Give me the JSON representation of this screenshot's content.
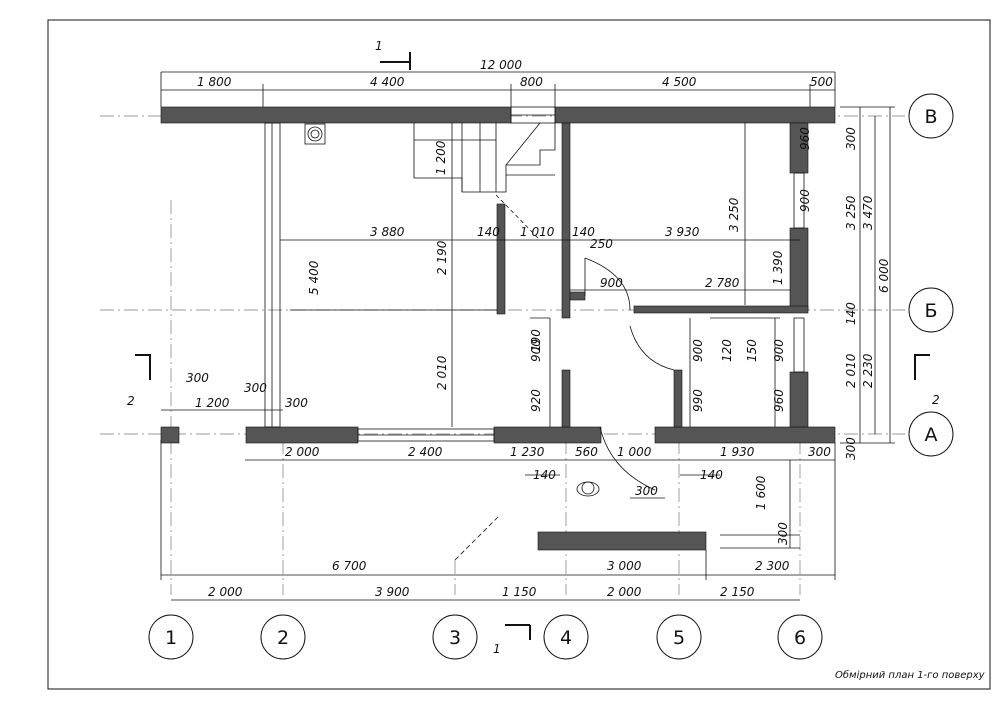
{
  "drawing": {
    "caption": "Обмірний план 1-го поверху",
    "grid_axes_vertical": [
      "1",
      "2",
      "3",
      "4",
      "5",
      "6"
    ],
    "grid_axes_horizontal": [
      "В",
      "Б",
      "А"
    ],
    "section_marks": {
      "section_1": "1",
      "section_2": "2"
    }
  },
  "dimensions": {
    "top_overall": "12 000",
    "top_chain": [
      "1 800",
      "4 400",
      "800",
      "4 500",
      "500"
    ],
    "stairs": "1 200",
    "left_room_height": "5 400",
    "left_room_width": "3 880",
    "partition_140a": "140",
    "corridor_width": "1 010",
    "partition_140b": "140",
    "right_room_width": "3 930",
    "right_room_height": "3 250",
    "door_250": "250",
    "room_2190": "2 190",
    "door_900": "900",
    "hall_2780": "2 780",
    "right_wall_1390": "1 390",
    "left_300a": "300",
    "left_300b": "300",
    "left_1200": "1 200",
    "left_300c": "300",
    "v_2010": "2 010",
    "v_190": "190",
    "v_900a": "900",
    "v_920": "920",
    "v_900b": "900",
    "v_120": "120",
    "v_150": "150",
    "v_900c": "900",
    "v_990": "990",
    "v_960a": "960",
    "v_960b": "960",
    "v_900d": "900",
    "right_300a": "300",
    "right_3250": "3 250",
    "right_3470": "3 470",
    "right_6000": "6 000",
    "right_140": "140",
    "right_2010": "2 010",
    "right_2230": "2 230",
    "right_300b": "300",
    "bottom_chain": [
      "2 000",
      "2 400",
      "1 230",
      "560",
      "1 000",
      "1 930",
      "300"
    ],
    "b_140a": "140",
    "b_300": "300",
    "b_140b": "140",
    "b_1600": "1 600",
    "b_300b": "300",
    "b_3000": "3 000",
    "b_6700": "6 700",
    "b_2300": "2 300",
    "axes_chain": [
      "2 000",
      "3 900",
      "1 150",
      "2 000",
      "2 150"
    ]
  }
}
